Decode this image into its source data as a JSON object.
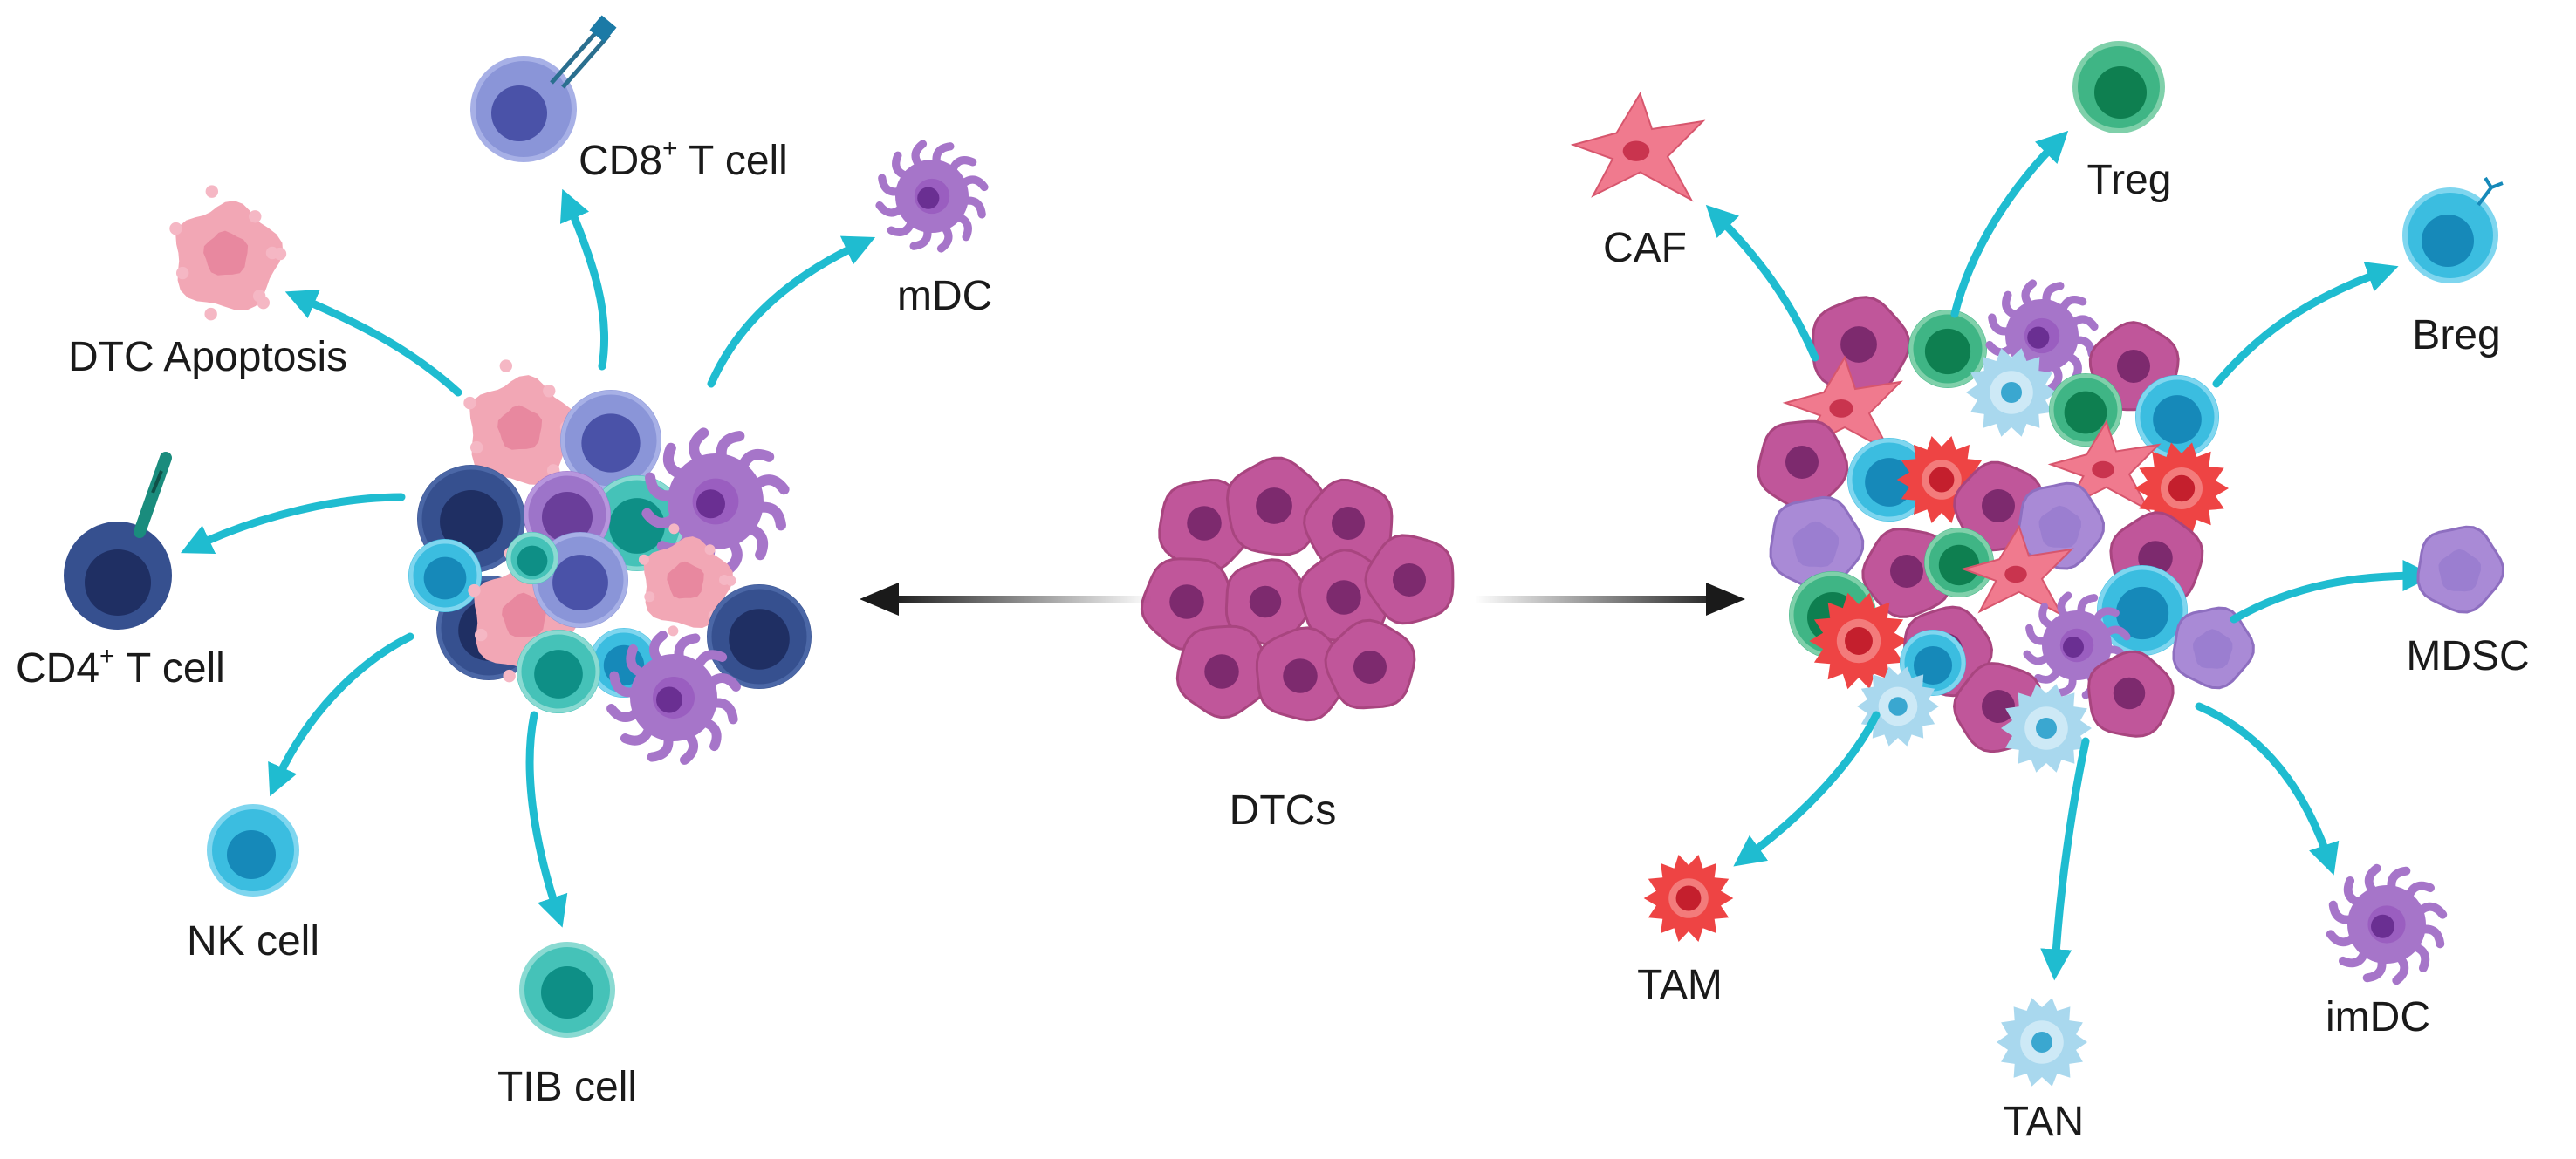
{
  "diagram": {
    "center": {
      "label": "DTCs"
    },
    "left_cells": {
      "cd8": {
        "label": "CD8",
        "sup": "+",
        "suffix": " T cell"
      },
      "mdc": {
        "label": "mDC"
      },
      "apoptosis": {
        "label": "DTC Apoptosis"
      },
      "cd4": {
        "label": "CD4",
        "sup": "+",
        "suffix": " T cell"
      },
      "nk": {
        "label": "NK cell"
      },
      "tib": {
        "label": "TIB cell"
      }
    },
    "right_cells": {
      "caf": {
        "label": "CAF"
      },
      "treg": {
        "label": "Treg"
      },
      "breg": {
        "label": "Breg"
      },
      "mdsc": {
        "label": "MDSC"
      },
      "tam": {
        "label": "TAM"
      },
      "tan": {
        "label": "TAN"
      },
      "imdc": {
        "label": "imDC"
      }
    }
  },
  "colors": {
    "arrow_cyan": "#1fbcd0",
    "arrow_black": "#1a1a1a",
    "tumor": "#c0569a",
    "tumor_nucleus": "#7d2a6e",
    "cd8": "#8a95d8",
    "cd4": "#36508f",
    "nk": "#3bbde0",
    "tib": "#45c2b8",
    "mdc": "#a675c9",
    "apoptosis": "#f2a7b5",
    "treg": "#3fb585",
    "breg": "#3bbde0",
    "caf": "#f07a8e",
    "mdsc": "#a98ad6",
    "tam": "#ee4444",
    "tan": "#a9d8ee",
    "imdc": "#a675c9"
  }
}
